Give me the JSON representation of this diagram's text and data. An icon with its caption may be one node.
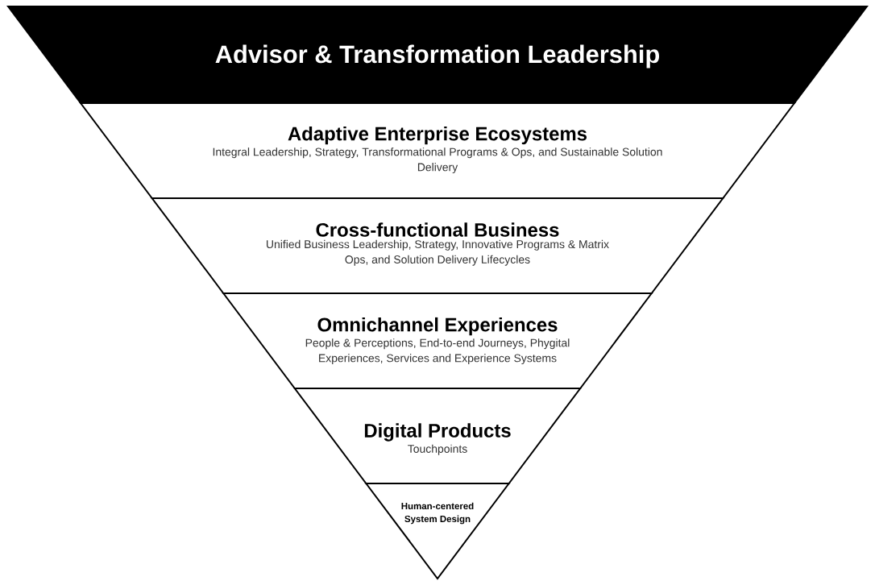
{
  "diagram": {
    "nodes": [
      {
        "text": [
          "Advisor & Transformation Leadership"
        ]
      },
      {
        "text": [
          "Adaptive Enterprise Ecosystems",
          "Integral Leadership, Strategy, Transformational Programs & Ops, and Sustainable Solution Delivery"
        ]
      },
      {
        "text": [
          "Cross-functional Business",
          "Unified Business Leadership, Strategy, Innovative Programs & Matrix Ops, and Solution Delivery Lifecycles"
        ]
      },
      {
        "text": [
          "Omnichannel Experiences",
          "People & Perceptions, End-to-end Journeys, Phygital Experiences, Services and Experience Systems"
        ]
      },
      {
        "text": [
          "Digital Products",
          "Touchpoints"
        ]
      },
      {
        "text": [
          "Human-centered System Design"
        ]
      }
    ]
  }
}
